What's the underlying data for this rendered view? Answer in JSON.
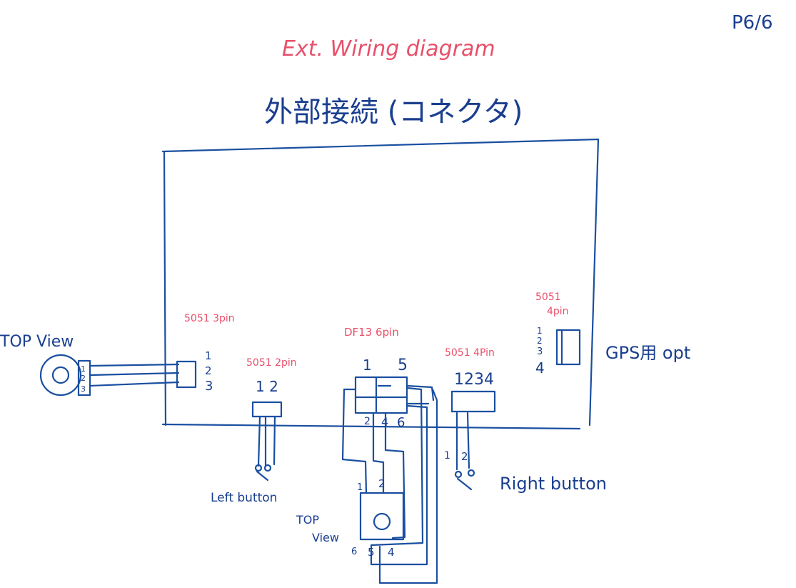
{
  "page_number": "P6/6",
  "title_en": "Ext. Wiring diagram",
  "title_jp": "外部接続 (コネクタ)",
  "encoder_left": {
    "label": "TOP View",
    "pins": [
      "1",
      "2",
      "3"
    ]
  },
  "conn_3pin": {
    "label": "5051 3pin",
    "pins": [
      "1",
      "2",
      "3"
    ]
  },
  "conn_2pin": {
    "label": "5051 2pin",
    "pins": "1 2"
  },
  "conn_df13": {
    "label": "DF13 6pin",
    "top_pins": [
      "1",
      "5"
    ],
    "bottom_pins": [
      "2",
      "4",
      "6"
    ]
  },
  "conn_4pin": {
    "label": "5051 4Pin",
    "pins": "1234"
  },
  "conn_gps": {
    "label_line1": "5051",
    "label_line2": "4pin",
    "pins": [
      "1",
      "2",
      "3",
      "4"
    ],
    "note": "GPS用 opt"
  },
  "left_button": {
    "label": "Left button"
  },
  "right_button": {
    "label": "Right button",
    "pins": [
      "1",
      "2"
    ]
  },
  "joystick": {
    "label_line1": "TOP",
    "label_line2": "View",
    "top_pins": [
      "1",
      "2"
    ],
    "bottom_pins": [
      "6",
      "5",
      "4"
    ]
  }
}
